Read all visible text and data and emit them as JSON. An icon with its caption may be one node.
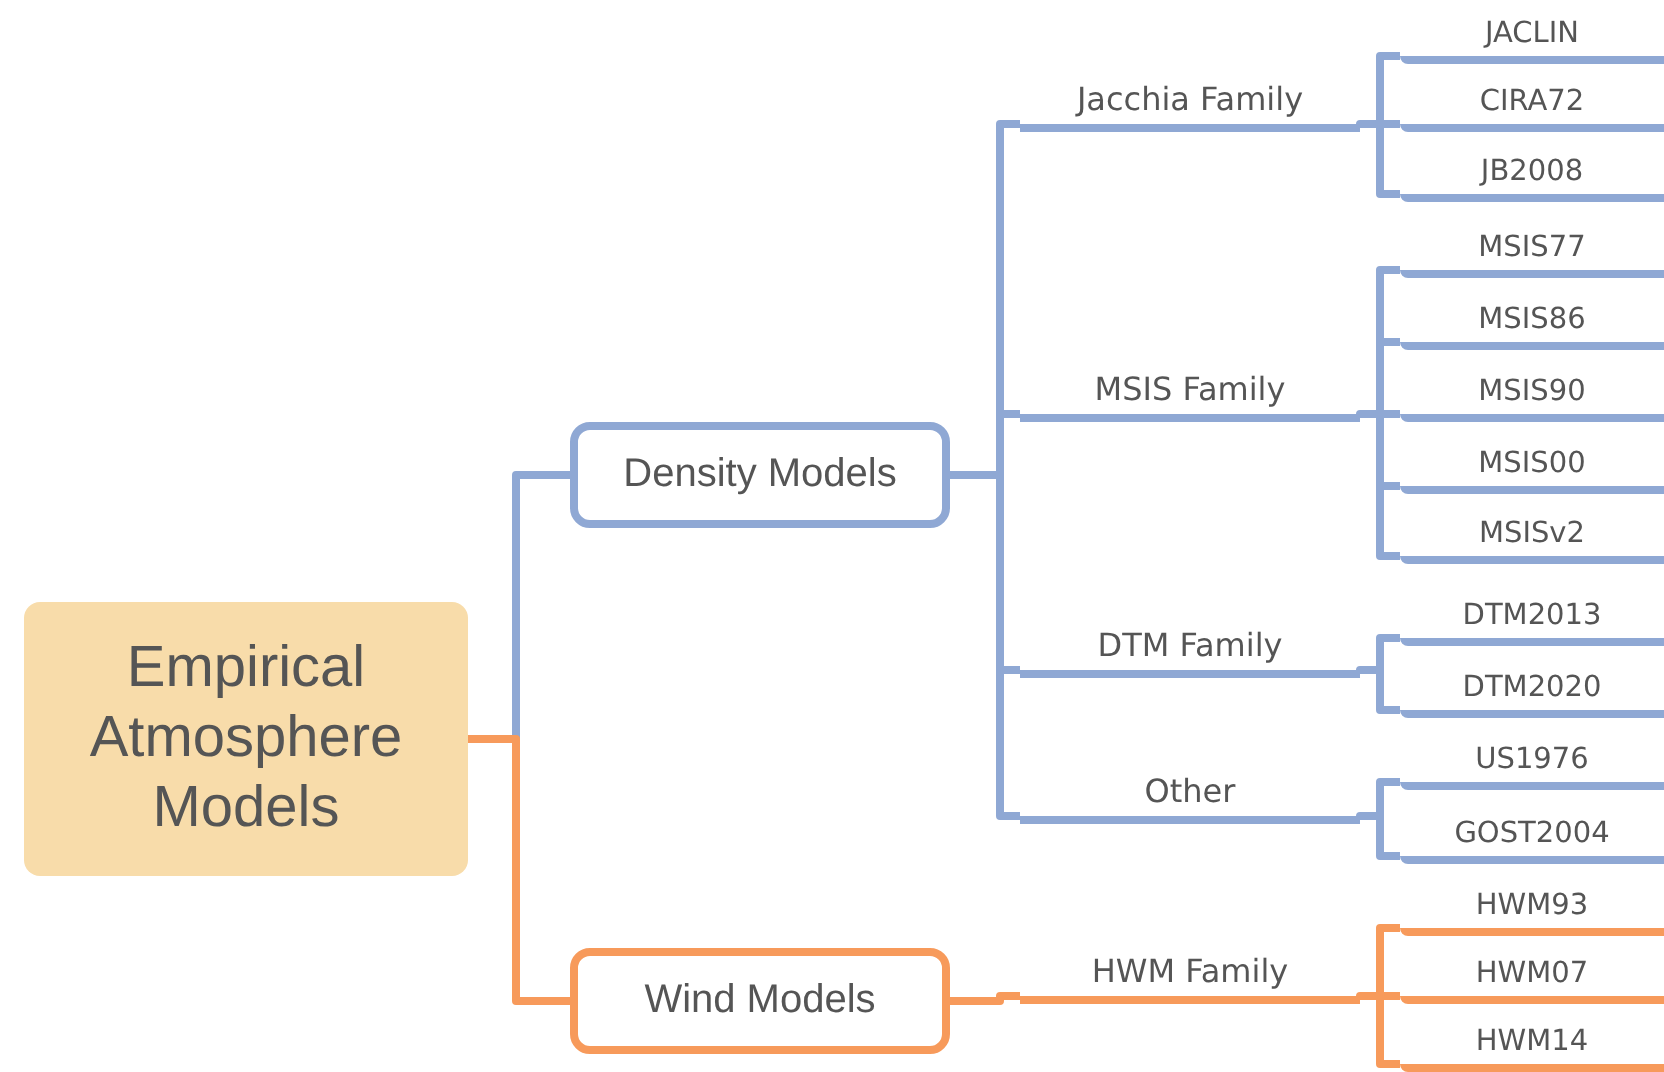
{
  "diagram": {
    "nodes": [
      {
        "text": [
          "Empirical Atmosphere Models"
        ]
      },
      {
        "text": [
          "Density Models"
        ]
      },
      {
        "text": [
          "Jacchia Family"
        ]
      },
      {
        "text": [
          "JACLIN"
        ]
      },
      {
        "text": [
          "CIRA72"
        ]
      },
      {
        "text": [
          "JB2008"
        ]
      },
      {
        "text": [
          "MSIS Family"
        ]
      },
      {
        "text": [
          "MSIS77"
        ]
      },
      {
        "text": [
          "MSIS86"
        ]
      },
      {
        "text": [
          "MSIS90"
        ]
      },
      {
        "text": [
          "MSIS00"
        ]
      },
      {
        "text": [
          "MSISv2"
        ]
      },
      {
        "text": [
          "DTM Family"
        ]
      },
      {
        "text": [
          "DTM2013"
        ]
      },
      {
        "text": [
          "DTM2020"
        ]
      },
      {
        "text": [
          "Other"
        ]
      },
      {
        "text": [
          "US1976"
        ]
      },
      {
        "text": [
          "GOST2004"
        ]
      },
      {
        "text": [
          "Wind Models"
        ]
      },
      {
        "text": [
          "HWM Family"
        ]
      },
      {
        "text": [
          "HWM93"
        ]
      },
      {
        "text": [
          "HWM07"
        ]
      },
      {
        "text": [
          "HWM14"
        ]
      }
    ],
    "edges": [
      {
        "from": 0,
        "to": 1,
        "arrow": "none"
      },
      {
        "from": 1,
        "to": 2,
        "arrow": "none"
      },
      {
        "from": 2,
        "to": 3,
        "arrow": "none"
      },
      {
        "from": 2,
        "to": 4,
        "arrow": "none"
      },
      {
        "from": 2,
        "to": 5,
        "arrow": "none"
      },
      {
        "from": 1,
        "to": 6,
        "arrow": "none"
      },
      {
        "from": 6,
        "to": 7,
        "arrow": "none"
      },
      {
        "from": 6,
        "to": 8,
        "arrow": "none"
      },
      {
        "from": 6,
        "to": 9,
        "arrow": "none"
      },
      {
        "from": 6,
        "to": 10,
        "arrow": "none"
      },
      {
        "from": 6,
        "to": 11,
        "arrow": "none"
      },
      {
        "from": 1,
        "to": 12,
        "arrow": "none"
      },
      {
        "from": 12,
        "to": 13,
        "arrow": "none"
      },
      {
        "from": 12,
        "to": 14,
        "arrow": "none"
      },
      {
        "from": 1,
        "to": 15,
        "arrow": "none"
      },
      {
        "from": 15,
        "to": 16,
        "arrow": "none"
      },
      {
        "from": 15,
        "to": 17,
        "arrow": "none"
      },
      {
        "from": 0,
        "to": 18,
        "arrow": "none",
        "color": "#f79a5b"
      },
      {
        "from": 18,
        "to": 19,
        "arrow": "none",
        "color": "#f79a5b"
      },
      {
        "from": 19,
        "to": 20,
        "arrow": "none",
        "color": "#f79a5b"
      },
      {
        "from": 19,
        "to": 21,
        "arrow": "none",
        "color": "#f79a5b"
      },
      {
        "from": 19,
        "to": 22,
        "arrow": "none",
        "color": "#f79a5b"
      }
    ]
  }
}
